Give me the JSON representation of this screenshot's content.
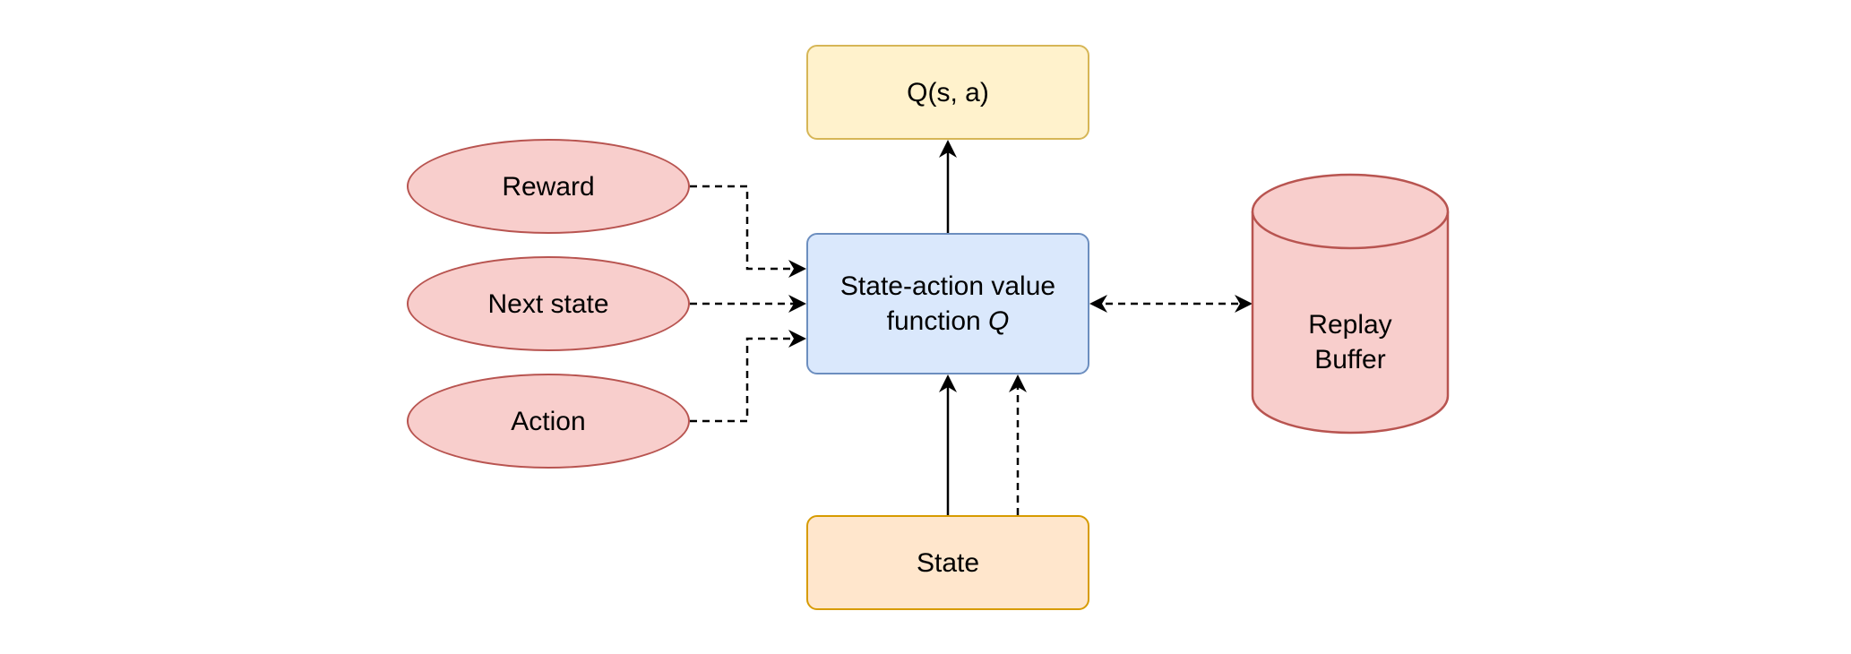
{
  "diagram": {
    "nodes": {
      "q_value": {
        "label": "Q(s, a)",
        "fill": "#fff2cc",
        "stroke": "#d6b656"
      },
      "function": {
        "label_line1": "State-action value",
        "label_line2_prefix": "function ",
        "label_line2_symbol": "Q",
        "fill": "#dae8fc",
        "stroke": "#6c8ebf"
      },
      "state": {
        "label": "State",
        "fill": "#ffe6cc",
        "stroke": "#d79b00"
      },
      "reward": {
        "label": "Reward",
        "fill": "#f8cecc",
        "stroke": "#b85450"
      },
      "next_state": {
        "label": "Next state",
        "fill": "#f8cecc",
        "stroke": "#b85450"
      },
      "action": {
        "label": "Action",
        "fill": "#f8cecc",
        "stroke": "#b85450"
      },
      "replay_buffer": {
        "label_line1": "Replay",
        "label_line2": "Buffer",
        "fill": "#f8cecc",
        "stroke": "#b85450",
        "shape": "cylinder"
      }
    },
    "edges": [
      {
        "from": "function",
        "to": "q_value",
        "style": "solid"
      },
      {
        "from": "state",
        "to": "function",
        "style": "solid"
      },
      {
        "from": "state",
        "to": "function",
        "style": "dashed"
      },
      {
        "from": "reward",
        "to": "function",
        "style": "dashed"
      },
      {
        "from": "next_state",
        "to": "function",
        "style": "dashed"
      },
      {
        "from": "action",
        "to": "function",
        "style": "dashed"
      },
      {
        "from": "function",
        "to": "replay_buffer",
        "style": "dashed",
        "bidirectional": true
      }
    ]
  }
}
